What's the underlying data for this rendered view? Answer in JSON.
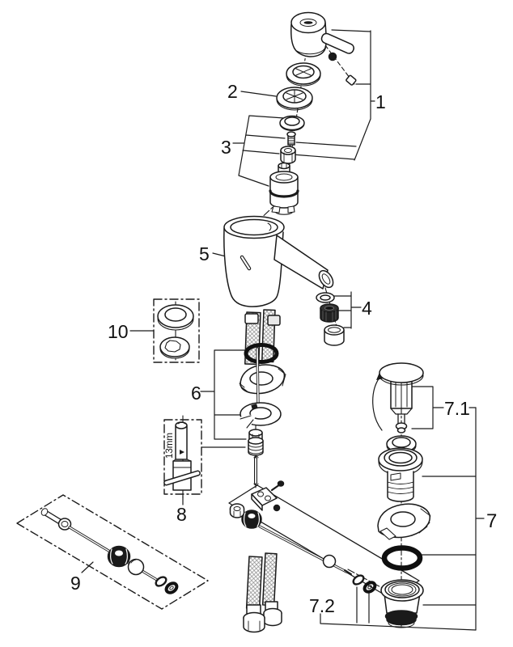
{
  "figure": {
    "background": "#ffffff",
    "line_color": "#1a1a1a",
    "dark_fill": "#111111"
  },
  "labels": {
    "part1": "1",
    "part2": "2",
    "part3": "3",
    "part4": "4",
    "part5": "5",
    "part6": "6",
    "part7": "7",
    "part7_1": "7.1",
    "part7_2": "7.2",
    "part8": "8",
    "part9": "9",
    "part10": "10",
    "tool_size": "13mm"
  }
}
